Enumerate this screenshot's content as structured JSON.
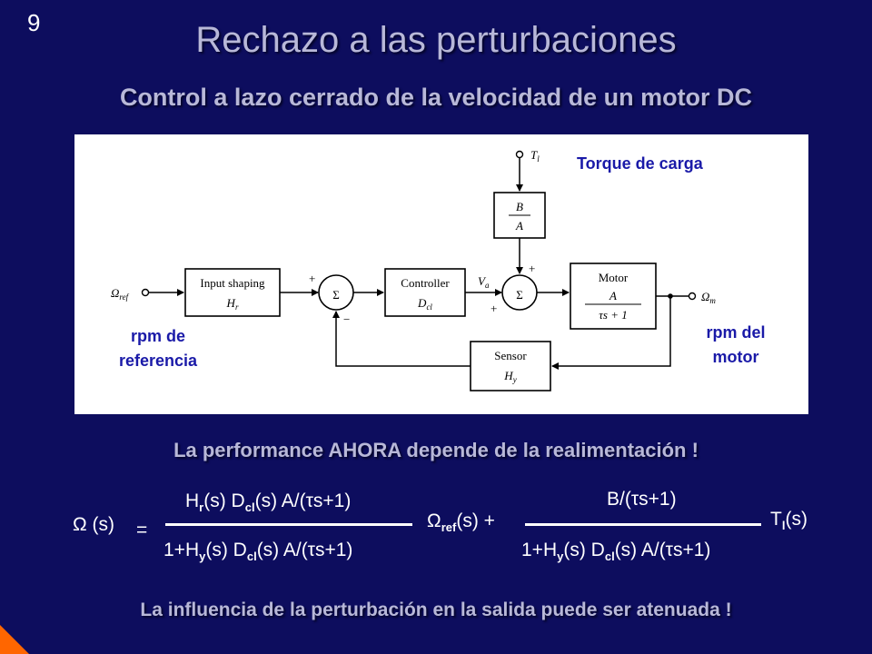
{
  "slide": {
    "number": "9",
    "title": "Rechazo a las perturbaciones",
    "subtitle": "Control a lazo cerrado de la velocidad de un motor DC"
  },
  "diagram": {
    "input_signal": "Ω",
    "input_sub": "ref",
    "load_signal": "T",
    "load_sub": "l",
    "output_signal": "Ω",
    "output_sub": "m",
    "va_label": "V",
    "va_sub": "a",
    "sum_symbol": "Σ",
    "plus": "+",
    "minus": "−",
    "blocks": {
      "input_shaping": {
        "title": "Input shaping",
        "tf": "H",
        "tf_sub": "r"
      },
      "controller": {
        "title": "Controller",
        "tf": "D",
        "tf_sub": "cl"
      },
      "load_gain": {
        "num": "B",
        "den": "A"
      },
      "motor": {
        "title": "Motor",
        "num": "A",
        "den": "τs + 1"
      },
      "sensor": {
        "title": "Sensor",
        "tf": "H",
        "tf_sub": "y"
      }
    },
    "annotations": {
      "torque": "Torque de carga",
      "ref_line1": "rpm de",
      "ref_line2": "referencia",
      "motor_line1": "rpm del",
      "motor_line2": "motor"
    },
    "colors": {
      "annotation": "#1a1aa8",
      "background": "#0d0d5e",
      "accent": "#ff6600"
    }
  },
  "performance_note": "La performance AHORA depende de la realimentación !",
  "equation": {
    "lhs_symbol": "Ω",
    "lhs_arg": "(s)",
    "equals": "=",
    "term1": {
      "numerator": {
        "h": "H",
        "h_sub": "r",
        "h_arg": "(s) D",
        "d_sub": "cl",
        "rest": "(s)  A/(τs+1)"
      },
      "denominator": {
        "lead": "1+H",
        "h_sub": "y",
        "mid": "(s) D",
        "d_sub": "cl",
        "rest": "(s) A/(τs+1)"
      },
      "multiplier_symbol": "Ω",
      "multiplier_sub": "ref",
      "multiplier_arg": "(s) +"
    },
    "term2": {
      "numerator": "B/(τs+1)",
      "denominator": {
        "lead": "1+H",
        "h_sub": "y",
        "mid": "(s) D",
        "d_sub": "cl",
        "rest": "(s) A/(τs+1)"
      },
      "multiplier_symbol": "T",
      "multiplier_sub": "l",
      "multiplier_arg": "(s)"
    }
  },
  "footer_note": "La influencia de la perturbación en la salida puede ser atenuada !"
}
